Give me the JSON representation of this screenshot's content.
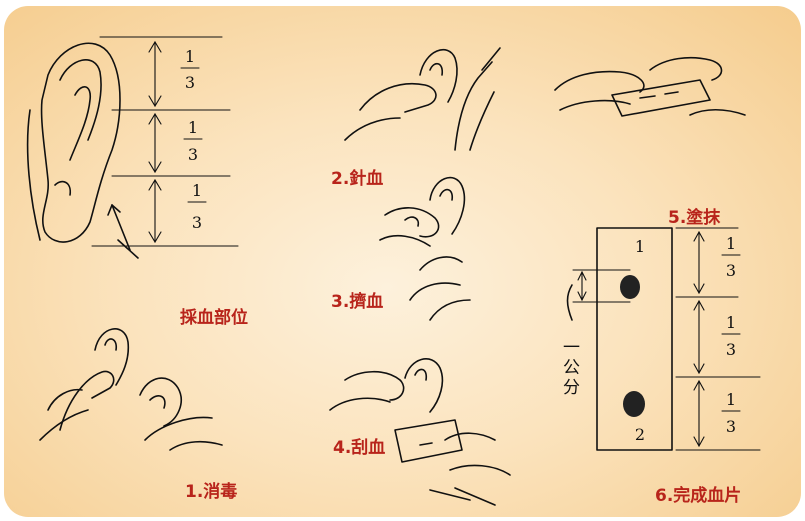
{
  "colors": {
    "label": "#b8241b",
    "ink": "#111111",
    "background": "#fbe3bd"
  },
  "labels": {
    "sampling_site": "採血部位",
    "step1": "1.消毒",
    "step2": "2.針血",
    "step3": "3.擠血",
    "step4": "4.刮血",
    "step5": "5.塗抹",
    "step6": "6.完成血片"
  },
  "ear_fraction": {
    "numerator": "1",
    "denominator": "3"
  },
  "slide": {
    "top_label": "1",
    "bottom_label": "2",
    "side_text": "一公分"
  },
  "slide_fraction": {
    "numerator": "1",
    "denominator": "3"
  }
}
